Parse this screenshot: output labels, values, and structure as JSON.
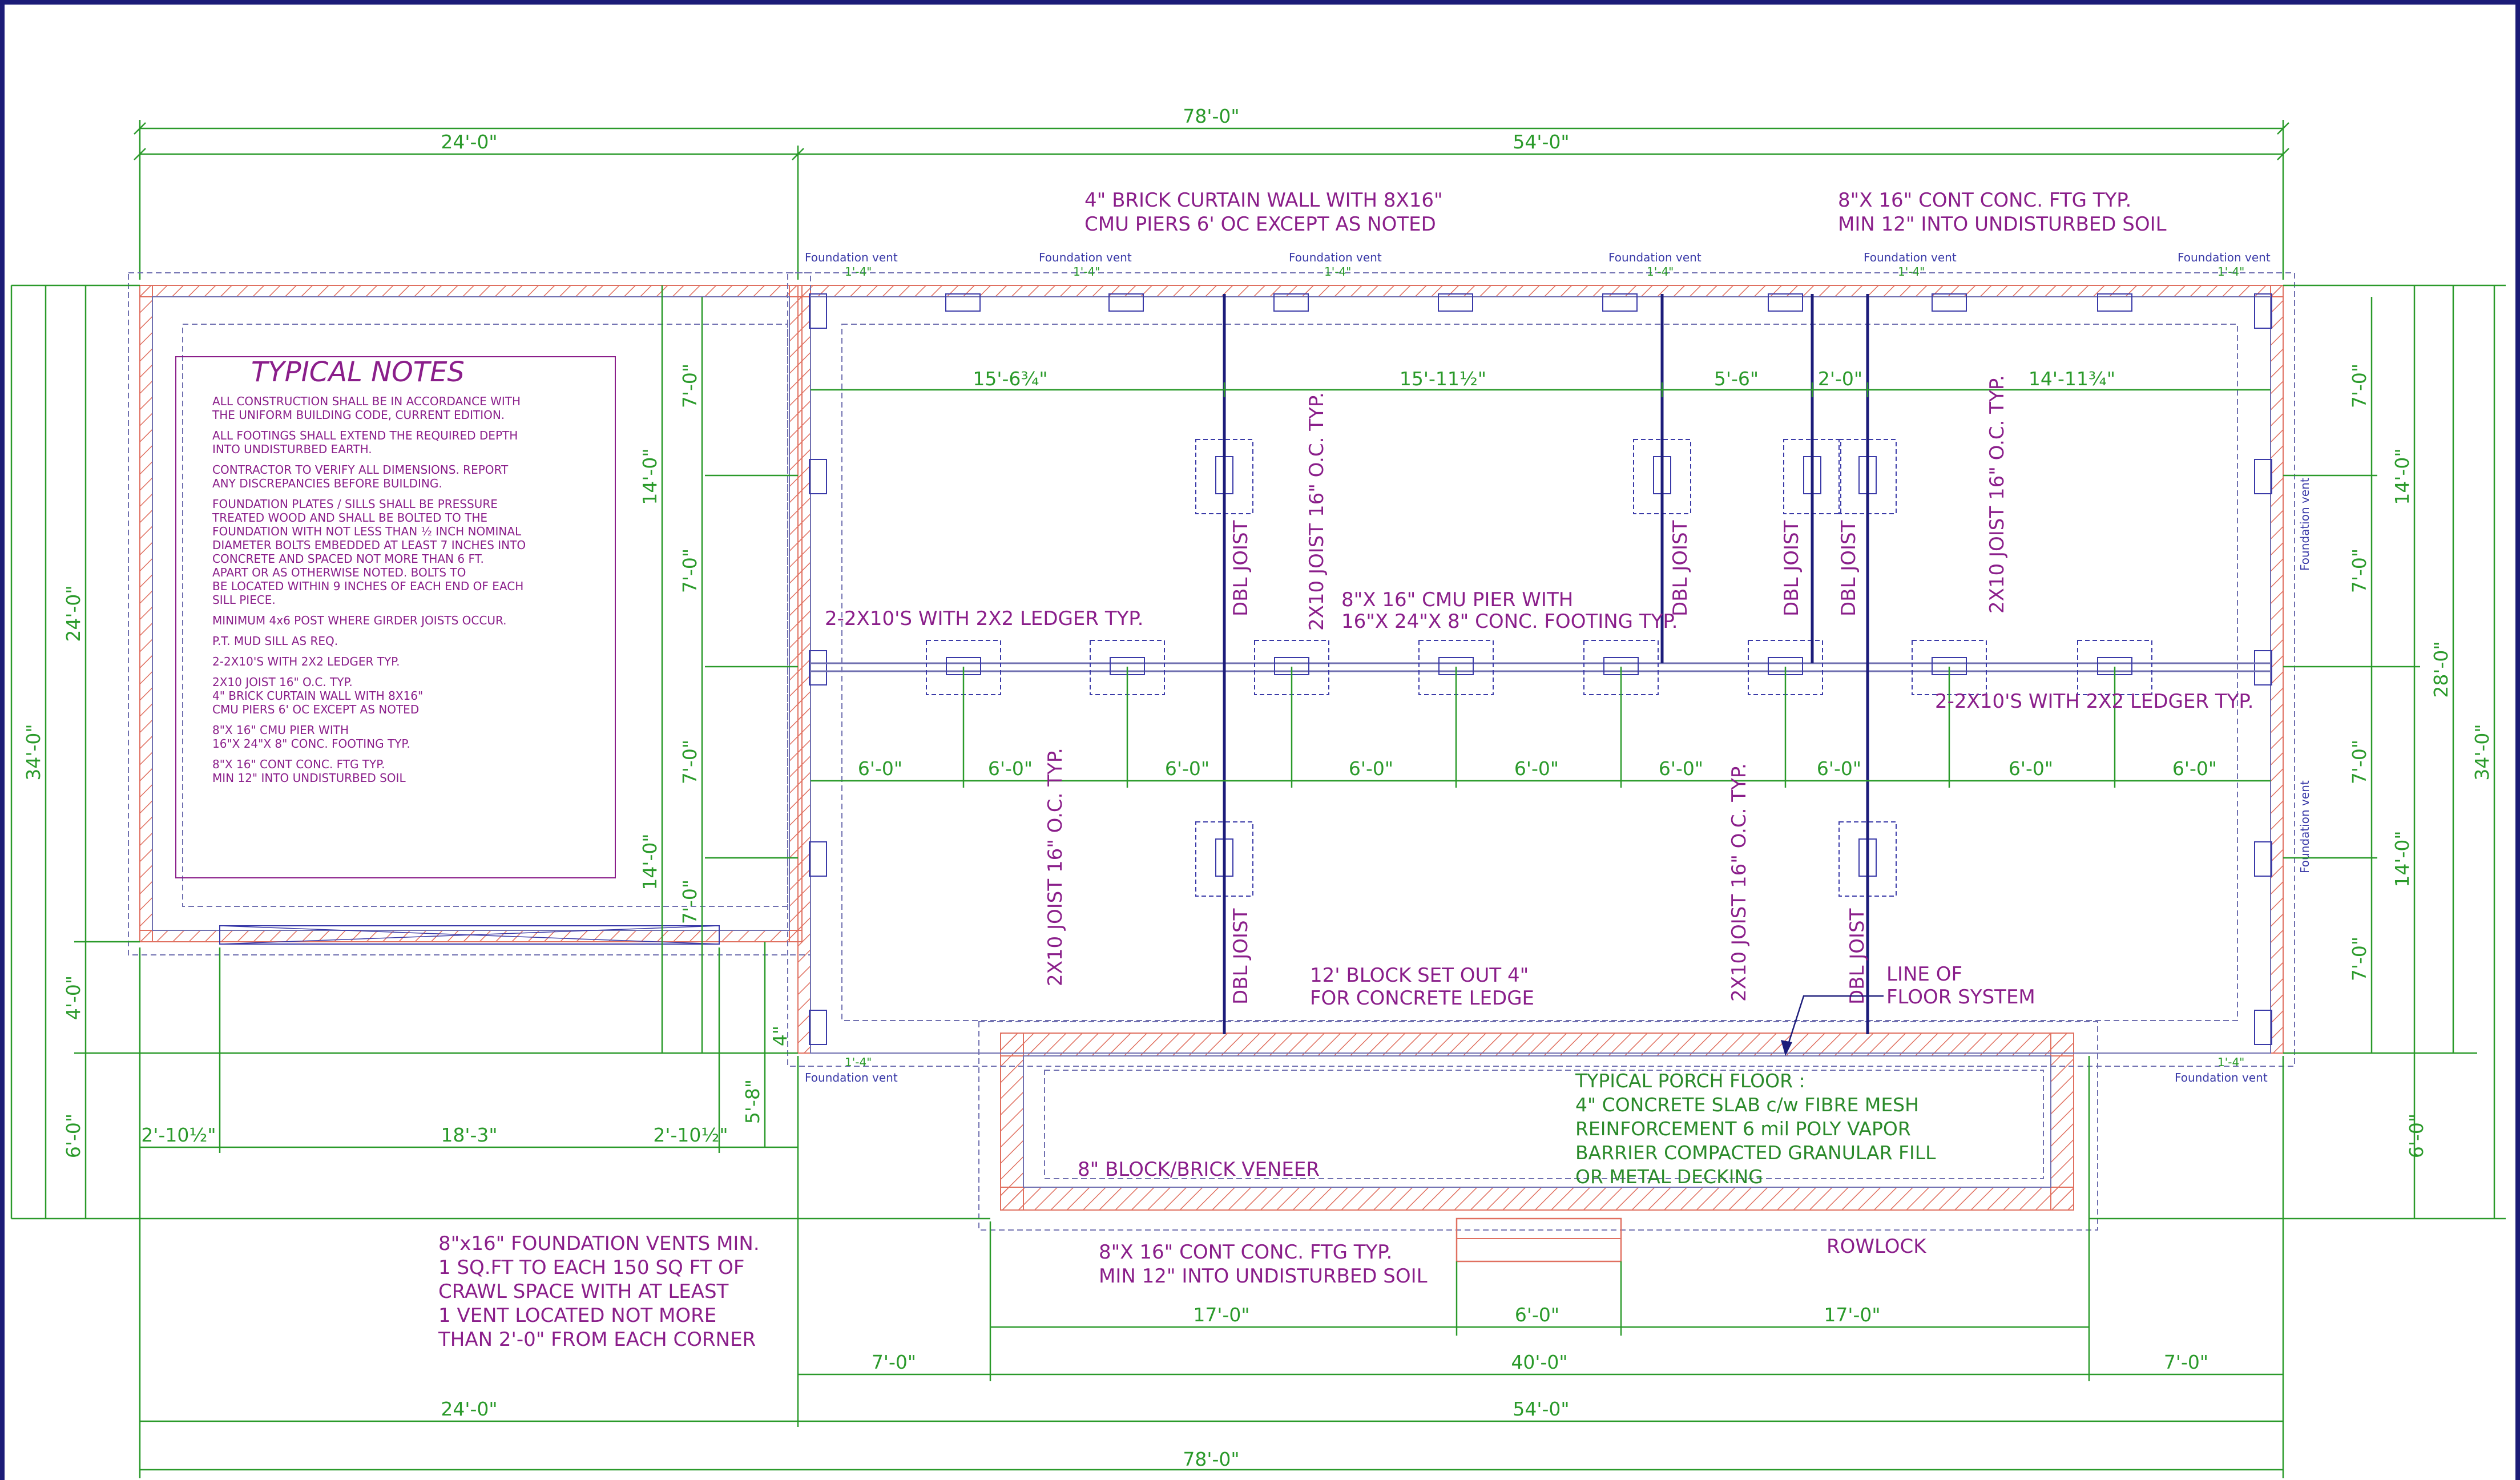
{
  "notes": {
    "title": "TYPICAL NOTES",
    "lines": [
      "ALL CONSTRUCTION SHALL BE IN ACCORDANCE WITH",
      "THE UNIFORM BUILDING CODE, CURRENT EDITION.",
      "",
      "ALL FOOTINGS SHALL EXTEND THE REQUIRED DEPTH",
      "INTO UNDISTURBED EARTH.",
      "",
      "CONTRACTOR TO VERIFY ALL DIMENSIONS.  REPORT",
      "ANY DISCREPANCIES BEFORE BUILDING.",
      "",
      "FOUNDATION PLATES / SILLS SHALL BE PRESSURE",
      "TREATED WOOD AND SHALL BE BOLTED TO THE",
      "FOUNDATION WITH NOT LESS THAN ½ INCH NOMINAL",
      "DIAMETER BOLTS EMBEDDED AT LEAST 7 INCHES INTO",
      "CONCRETE AND SPACED NOT MORE THAN 6 FT.",
      "APART OR AS OTHERWISE NOTED.  BOLTS TO",
      "BE LOCATED WITHIN 9 INCHES OF EACH END OF EACH",
      "SILL PIECE.",
      "",
      "MINIMUM 4x6 POST WHERE GIRDER JOISTS OCCUR.",
      "",
      "P.T. MUD SILL AS REQ.",
      "",
      "2-2X10'S WITH 2X2 LEDGER TYP.",
      "",
      "2X10 JOIST 16\" O.C. TYP.",
      "4\" BRICK CURTAIN WALL WITH 8X16\"",
      "CMU PIERS 6' OC EXCEPT AS NOTED",
      "",
      "8\"X 16\" CMU PIER WITH",
      "16\"X 24\"X 8\" CONC. FOOTING TYP.",
      "",
      "8\"X 16\" CONT CONC. FTG TYP.",
      "MIN 12\" INTO UNDISTURBED SOIL"
    ]
  },
  "dims": {
    "overall_top": "78'-0\"",
    "top_left": "24'-0\"",
    "top_right": "54'-0\"",
    "overall_bottom": "78'-0\"",
    "bottom_left": "24'-0\"",
    "bottom_right": "54'-0\"",
    "porch_offset_left": "7'-0\"",
    "porch_width": "40'-0\"",
    "porch_offset_right": "7'-0\"",
    "porch_seg_left": "17'-0\"",
    "porch_seg_mid": "6'-0\"",
    "porch_seg_right": "17'-0\"",
    "left_seg_a": "2'-10½\"",
    "left_seg_b": "18'-3\"",
    "left_seg_c": "2'-10½\"",
    "joist_spans": [
      "15'-6¾\"",
      "15'-11½\"",
      "5'-6\"",
      "2'-0\"",
      "14'-11¾\""
    ],
    "pier_spacing": [
      "6'-0\"",
      "6'-0\"",
      "6'-0\"",
      "6'-0\"",
      "6'-0\"",
      "6'-0\"",
      "6'-0\"",
      "6'-0\"",
      "6'-0\""
    ],
    "left_outer_34": "34'-0\"",
    "left_24": "24'-0\"",
    "left_4": "4'-0\"",
    "left_6": "6'-0\"",
    "left_inner_14a": "14'-0\"",
    "left_inner_14b": "14'-0\"",
    "left_7_1": "7'-0\"",
    "left_7_2": "7'-0\"",
    "left_7_3": "7'-0\"",
    "left_7_4": "7'-0\"",
    "left_5_8": "5'-8\"",
    "left_4in": "4\"",
    "right_34": "34'-0\"",
    "right_28": "28'-0\"",
    "right_14a": "14'-0\"",
    "right_14b": "14'-0\"",
    "right_6": "6'-0\"",
    "right_7_1": "7'-0\"",
    "right_7_2": "7'-0\"",
    "right_7_3": "7'-0\"",
    "right_7_4": "7'-0\"",
    "vent_gap": "1'-4\""
  },
  "labels": {
    "brick_wall_1": "4\" BRICK CURTAIN WALL WITH 8X16\"",
    "brick_wall_2": "CMU PIERS 6' OC EXCEPT AS NOTED",
    "ftg_top_1": "8\"X 16\" CONT CONC. FTG TYP.",
    "ftg_top_2": "MIN 12\" INTO UNDISTURBED SOIL",
    "foundation_vent": "Foundation vent",
    "dbl_joist": "DBL JOIST",
    "joist_16oc": "2X10 JOIST 16\" O.C. TYP.",
    "cmu_pier_1": "8\"X 16\" CMU PIER WITH",
    "cmu_pier_2": "16\"X 24\"X 8\" CONC. FOOTING TYP.",
    "ledger": "2-2X10'S WITH 2X2 LEDGER TYP.",
    "block_setout_1": "12' BLOCK SET OUT 4\"",
    "block_setout_2": "FOR CONCRETE LEDGE",
    "line_floor_1": "LINE OF",
    "line_floor_2": "FLOOR SYSTEM",
    "porch_floor": [
      "TYPICAL PORCH FLOOR :",
      "4\" CONCRETE SLAB c/w FIBRE MESH",
      "REINFORCEMENT 6 mil POLY VAPOR",
      "BARRIER COMPACTED GRANULAR FILL",
      "OR METAL DECKING"
    ],
    "veneer": "8\" BLOCK/BRICK VENEER",
    "ftg_bottom_1": "8\"X 16\" CONT CONC. FTG TYP.",
    "ftg_bottom_2": "MIN 12\" INTO UNDISTURBED SOIL",
    "rowlock": "ROWLOCK",
    "vents_note": [
      "8\"x16\" FOUNDATION VENTS MIN.",
      "1 SQ.FT TO EACH 150 SQ FT OF",
      "CRAWL SPACE WITH AT LEAST",
      "1 VENT LOCATED NOT MORE",
      "THAN 2'-0\" FROM EACH CORNER"
    ]
  },
  "colors": {
    "frame": "#1c1c78",
    "wall_hatch": "#e07060",
    "dimension": "#2a9a2a",
    "note": "#8a1e8a",
    "joist": "#1c1c7a",
    "dashed": "#7070b0"
  }
}
